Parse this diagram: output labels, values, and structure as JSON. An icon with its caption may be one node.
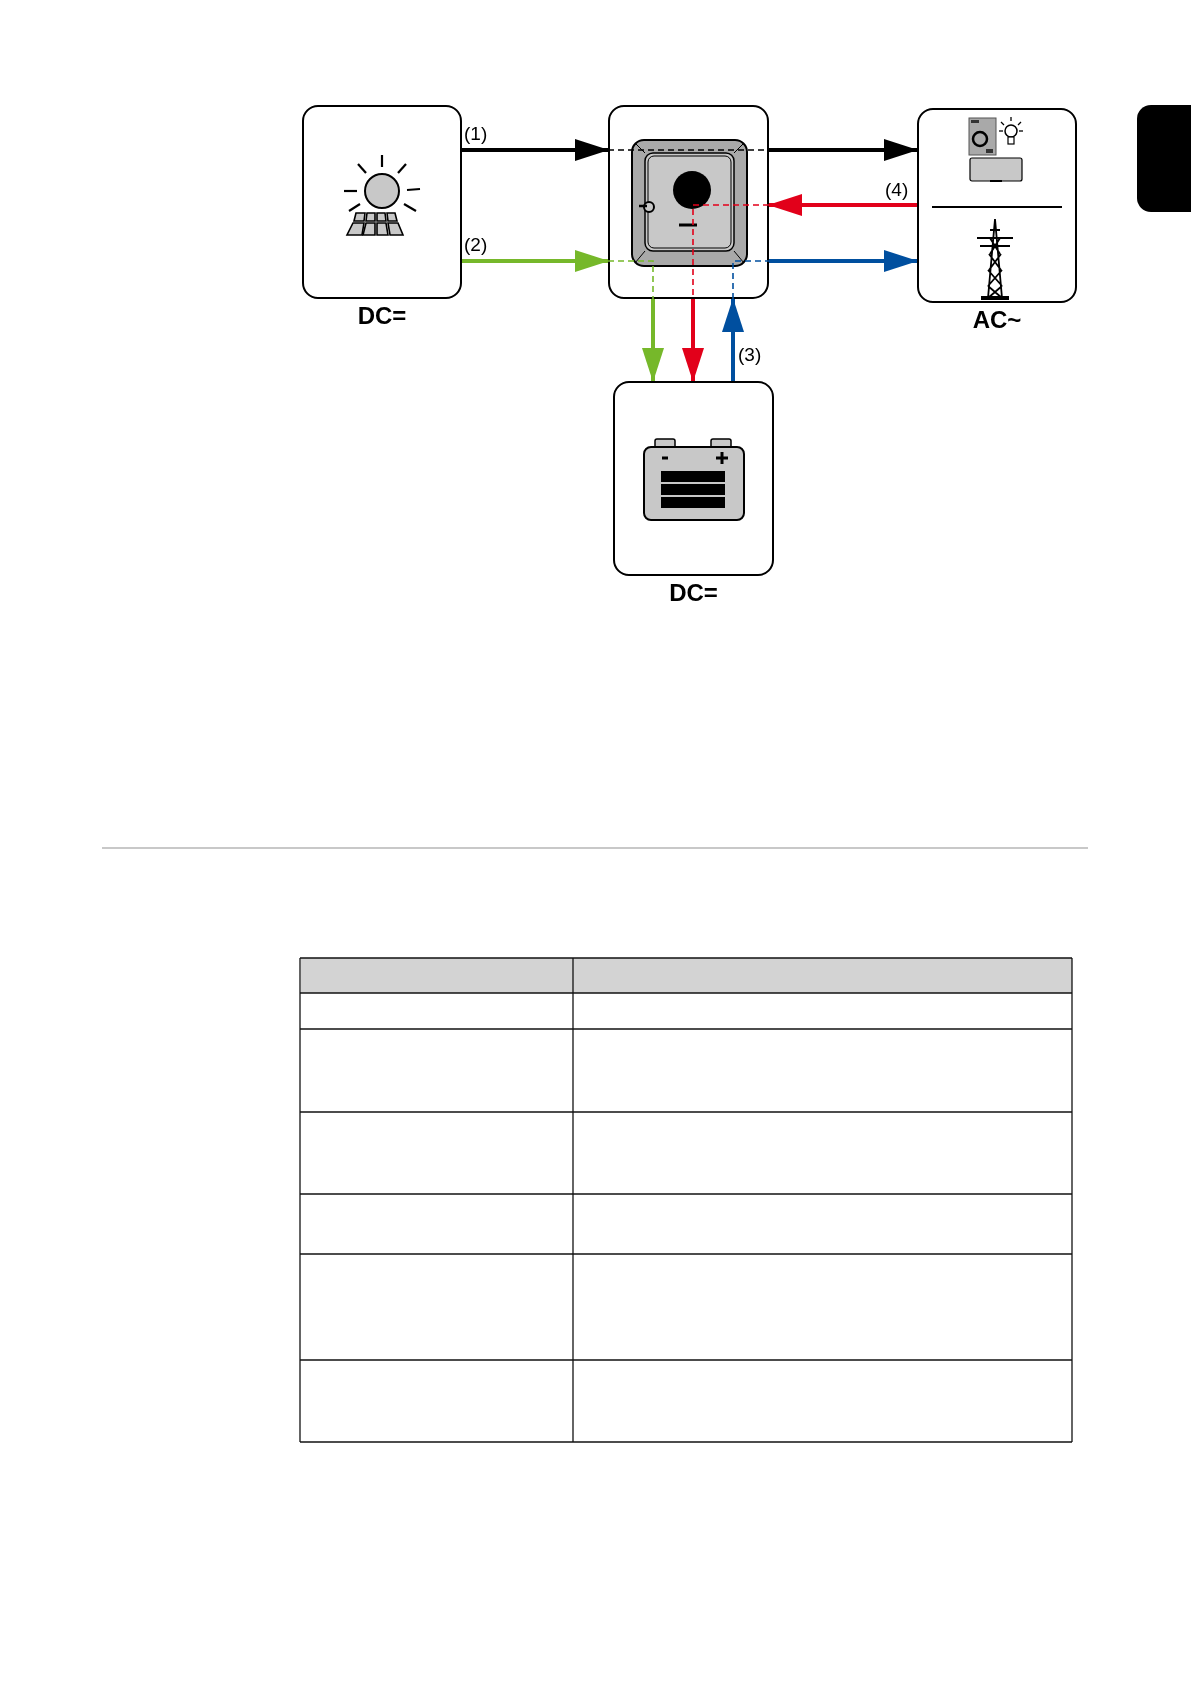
{
  "diagram": {
    "nodes": [
      {
        "text": [
          "DC="
        ]
      },
      {
        "text": [],
        "shape": "box"
      },
      {
        "text": [
          "AC~"
        ]
      },
      {
        "text": [
          "DC="
        ]
      }
    ],
    "edges": [
      {
        "from": 0,
        "to": 1,
        "arrow": "to",
        "label": "(1)"
      },
      {
        "from": 1,
        "to": 2,
        "arrow": "to"
      },
      {
        "from": 0,
        "to": 1,
        "arrow": "to",
        "label": "(2)",
        "color": "#76b82a"
      },
      {
        "from": 1,
        "to": 3,
        "arrow": "to",
        "color": "#76b82a"
      },
      {
        "from": 2,
        "to": 1,
        "arrow": "to",
        "label": "(4)",
        "color": "#e2001a"
      },
      {
        "from": 1,
        "to": 3,
        "arrow": "to",
        "color": "#e2001a"
      },
      {
        "from": 3,
        "to": 1,
        "arrow": "to",
        "label": "(3)",
        "color": "#004f9f"
      },
      {
        "from": 1,
        "to": 2,
        "arrow": "to",
        "color": "#004f9f"
      }
    ]
  }
}
